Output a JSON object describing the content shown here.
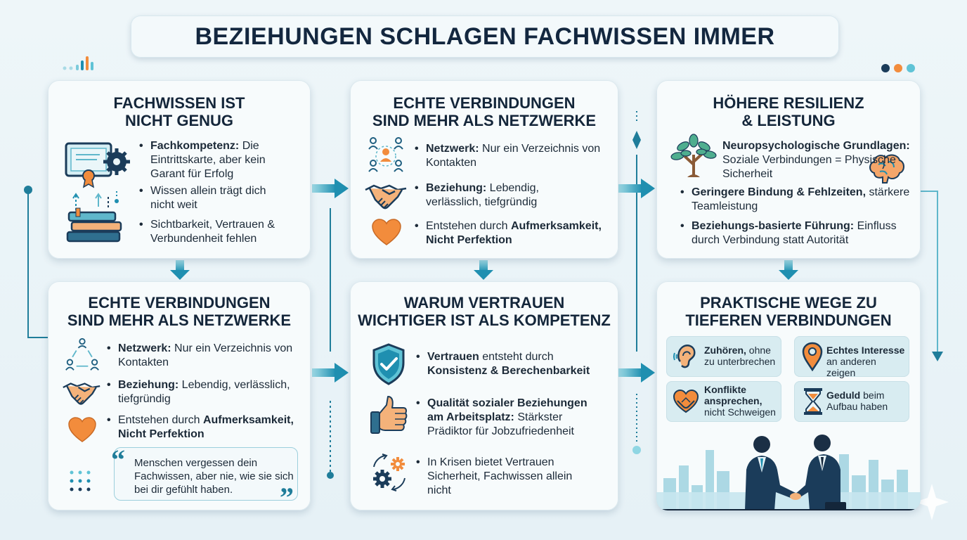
{
  "title": "BEZIEHUNGEN SCHLAGEN FACHWISSEN IMMER",
  "cards": {
    "fachwissen": {
      "title_line1": "FACHWISSEN IST",
      "title_line2": "NICHT GENUG",
      "items": [
        {
          "bold": "Fachkompetenz:",
          "text": " Die Eintrittskarte, aber kein Garant für Erfolg"
        },
        {
          "bold": "",
          "text": "Wissen allein trägt dich nicht weit"
        },
        {
          "bold": "",
          "text": "Sichtbarkeit, Vertrauen & Verbundenheit fehlen"
        }
      ]
    },
    "verbindungen_top": {
      "title_line1": "ECHTE VERBINDUNGEN",
      "title_line2": "SIND MEHR ALS NETZWERKE",
      "items": [
        {
          "bold": "Netzwerk:",
          "text": " Nur ein Verzeichnis von Kontakten"
        },
        {
          "bold": "Beziehung:",
          "text": " Lebendig, verlässlich, tiefgründig"
        },
        {
          "text_before": "Entstehen durch ",
          "bold": "Aufmerksamkeit, Nicht Perfektion"
        }
      ]
    },
    "resilienz": {
      "title_line1": "HÖHERE RESILIENZ",
      "title_line2": "& LEISTUNG",
      "items": [
        {
          "bold": "Neuropsychologische Grundlagen:",
          "text": " Soziale Verbindungen = Physische Sicherheit"
        },
        {
          "bold": "Geringere Bindung & Fehlzeiten,",
          "text": " stärkere Teamleistung"
        },
        {
          "bold": "Beziehungs-basierte Führung:",
          "text": " Einfluss durch Verbindung statt Autorität"
        }
      ]
    },
    "verbindungen_bottom": {
      "title_line1": "ECHTE VERBINDUNGEN",
      "title_line2": "SIND MEHR ALS NETZWERKE",
      "items": [
        {
          "bold": "Netzwerk:",
          "text": " Nur ein Verzeichnis von Kontakten"
        },
        {
          "bold": "Beziehung:",
          "text": " Lebendig, verlässlich, tiefgründig"
        },
        {
          "text_before": "Entstehen durch ",
          "bold": "Aufmerksamkeit, Nicht Perfektion"
        }
      ],
      "quote": "Menschen vergessen dein Fachwissen, aber nie, wie sie sich bei dir gefühlt haben."
    },
    "vertrauen": {
      "title_line1": "WARUM VERTRAUEN",
      "title_line2": "WICHTIGER IST ALS KOMPETENZ",
      "items": [
        {
          "bold": "Vertrauen",
          "text": " entsteht durch",
          "bold2": "Konsistenz & Berechenbarkeit"
        },
        {
          "bold": "Qualität sozialer Beziehungen am Arbeitsplatz:",
          "text": " Stärkster Prädiktor für Jobzufriedenheit"
        },
        {
          "bold": "",
          "text": "In Krisen bietet Vertrauen Sicherheit, Fachwissen allein nicht"
        }
      ]
    },
    "praktisch": {
      "title_line1": "PRAKTISCHE WEGE ZU",
      "title_line2": "TIEFEREN VERBINDUNGEN",
      "tiles": [
        {
          "bold": "Zuhören,",
          "text": " ohne zu unterbrechen"
        },
        {
          "bold": "Echtes Interesse",
          "text": " an anderen zeigen"
        },
        {
          "bold": "Konflikte ansprechen,",
          "text": " nicht Schweigen"
        },
        {
          "bold": "Geduld",
          "text": " beim Aufbau haben"
        }
      ]
    }
  },
  "colors": {
    "accent": "#1f8fb0",
    "accent_light": "#5fc3d6",
    "orange": "#f28c3c",
    "navy": "#14263a"
  },
  "icons": [
    "certificate-gear-icon",
    "books-icon",
    "network-people-icon",
    "handshake-icon",
    "heart-icon",
    "tree-icon",
    "brain-icon",
    "shield-check-icon",
    "thumbs-up-icon",
    "gears-icon",
    "ear-icon",
    "location-pin-icon",
    "heart-hands-icon",
    "hourglass-icon",
    "business-handshake-illustration"
  ]
}
